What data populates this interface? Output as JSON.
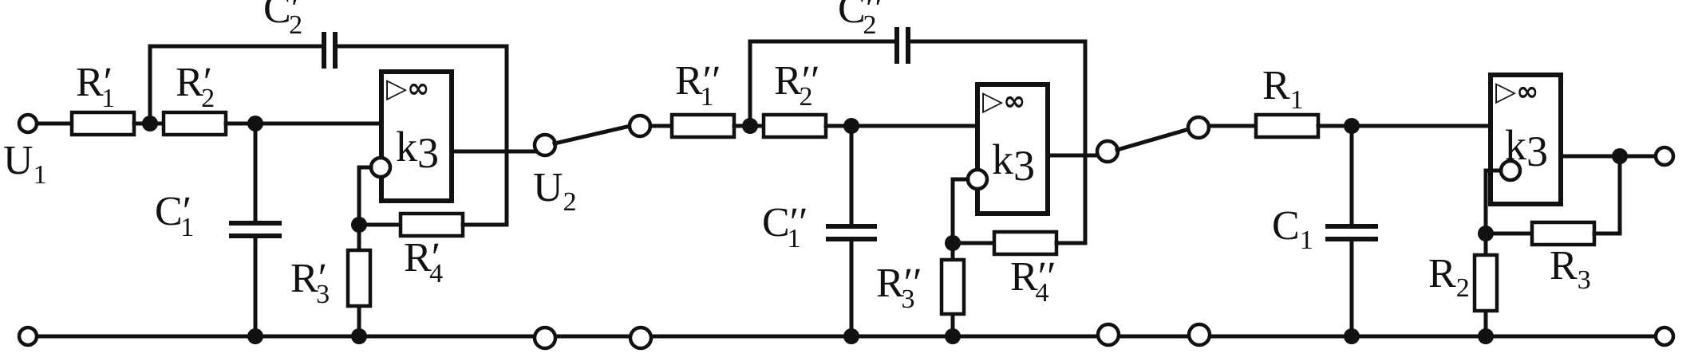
{
  "components": {
    "R1p": {
      "base": "R",
      "sub": "1",
      "prime": "′"
    },
    "R2p": {
      "base": "R",
      "sub": "2",
      "prime": "′"
    },
    "C2p": {
      "base": "C",
      "sub": "2",
      "prime": "′"
    },
    "C1p": {
      "base": "C",
      "sub": "1",
      "prime": "′"
    },
    "R3p": {
      "base": "R",
      "sub": "3",
      "prime": "′"
    },
    "R4p": {
      "base": "R",
      "sub": "4",
      "prime": "′"
    },
    "R1pp": {
      "base": "R",
      "sub": "1",
      "prime": "′′"
    },
    "R2pp": {
      "base": "R",
      "sub": "2",
      "prime": "′′"
    },
    "C2pp": {
      "base": "C",
      "sub": "2",
      "prime": "′′"
    },
    "C1pp": {
      "base": "C",
      "sub": "1",
      "prime": "′′"
    },
    "R3pp": {
      "base": "R",
      "sub": "3",
      "prime": "′′"
    },
    "R4pp": {
      "base": "R",
      "sub": "4",
      "prime": "′′"
    },
    "R1": {
      "base": "R",
      "sub": "1",
      "prime": ""
    },
    "C1": {
      "base": "C",
      "sub": "1",
      "prime": ""
    },
    "R2": {
      "base": "R",
      "sub": "2",
      "prime": ""
    },
    "R3": {
      "base": "R",
      "sub": "3",
      "prime": ""
    },
    "U1": {
      "base": "U",
      "sub": "1",
      "prime": ""
    },
    "U2": {
      "base": "U",
      "sub": "2",
      "prime": ""
    }
  },
  "amplifiers": [
    {
      "symbol": "▷∞",
      "gain": "k",
      "gain_sub": "3"
    },
    {
      "symbol": "▷∞",
      "gain": "k",
      "gain_sub": "3"
    },
    {
      "symbol": "▷∞",
      "gain": "k",
      "gain_sub": "3"
    }
  ]
}
